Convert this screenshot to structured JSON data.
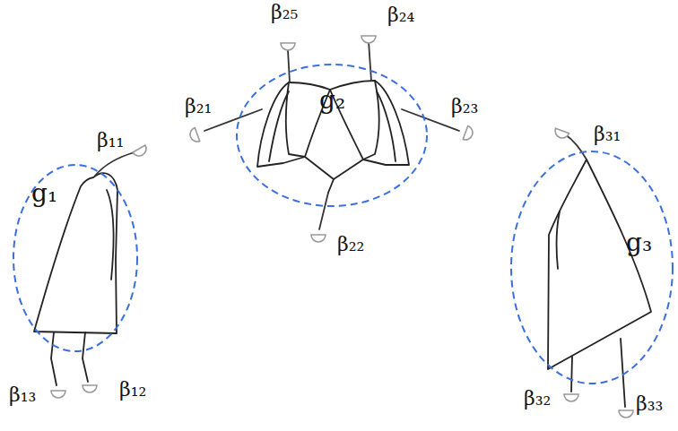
{
  "diagram": {
    "nodes": [
      {
        "text": [
          "g₁"
        ]
      },
      {
        "text": [
          "g₂"
        ]
      },
      {
        "text": [
          "g₃"
        ]
      }
    ],
    "edges": [],
    "labels": [
      "β₁₁",
      "β₁₃",
      "β₁₂",
      "β₂₅",
      "β₂₄",
      "β₂₁",
      "β₂₃",
      "β₂₂",
      "β₃₁",
      "β₃₂",
      "β₃₃"
    ]
  }
}
